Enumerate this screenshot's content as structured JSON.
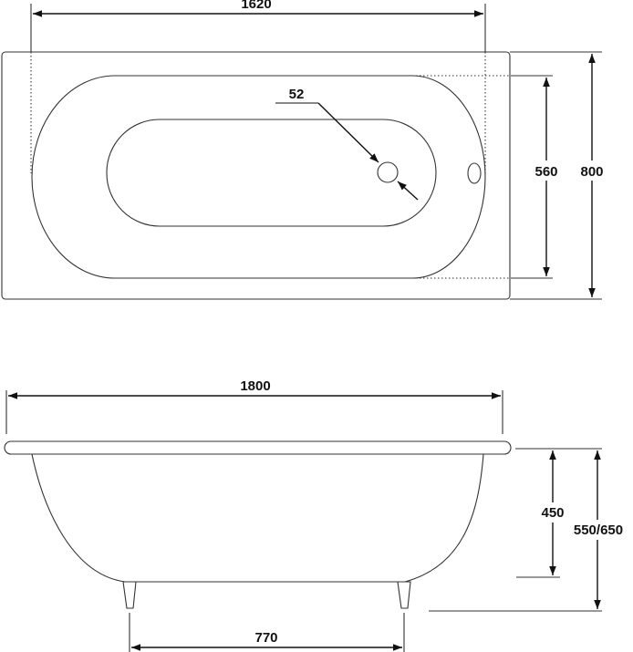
{
  "colors": {
    "line": "#333333",
    "text": "#111111",
    "background": "#ffffff"
  },
  "dimensions": {
    "top_inner_length": "1620",
    "drain_diameter": "52",
    "top_inner_width": "560",
    "top_outer_width": "800",
    "side_total_length": "1800",
    "side_body_height": "450",
    "side_total_height": "550/650",
    "leg_spacing": "770"
  }
}
